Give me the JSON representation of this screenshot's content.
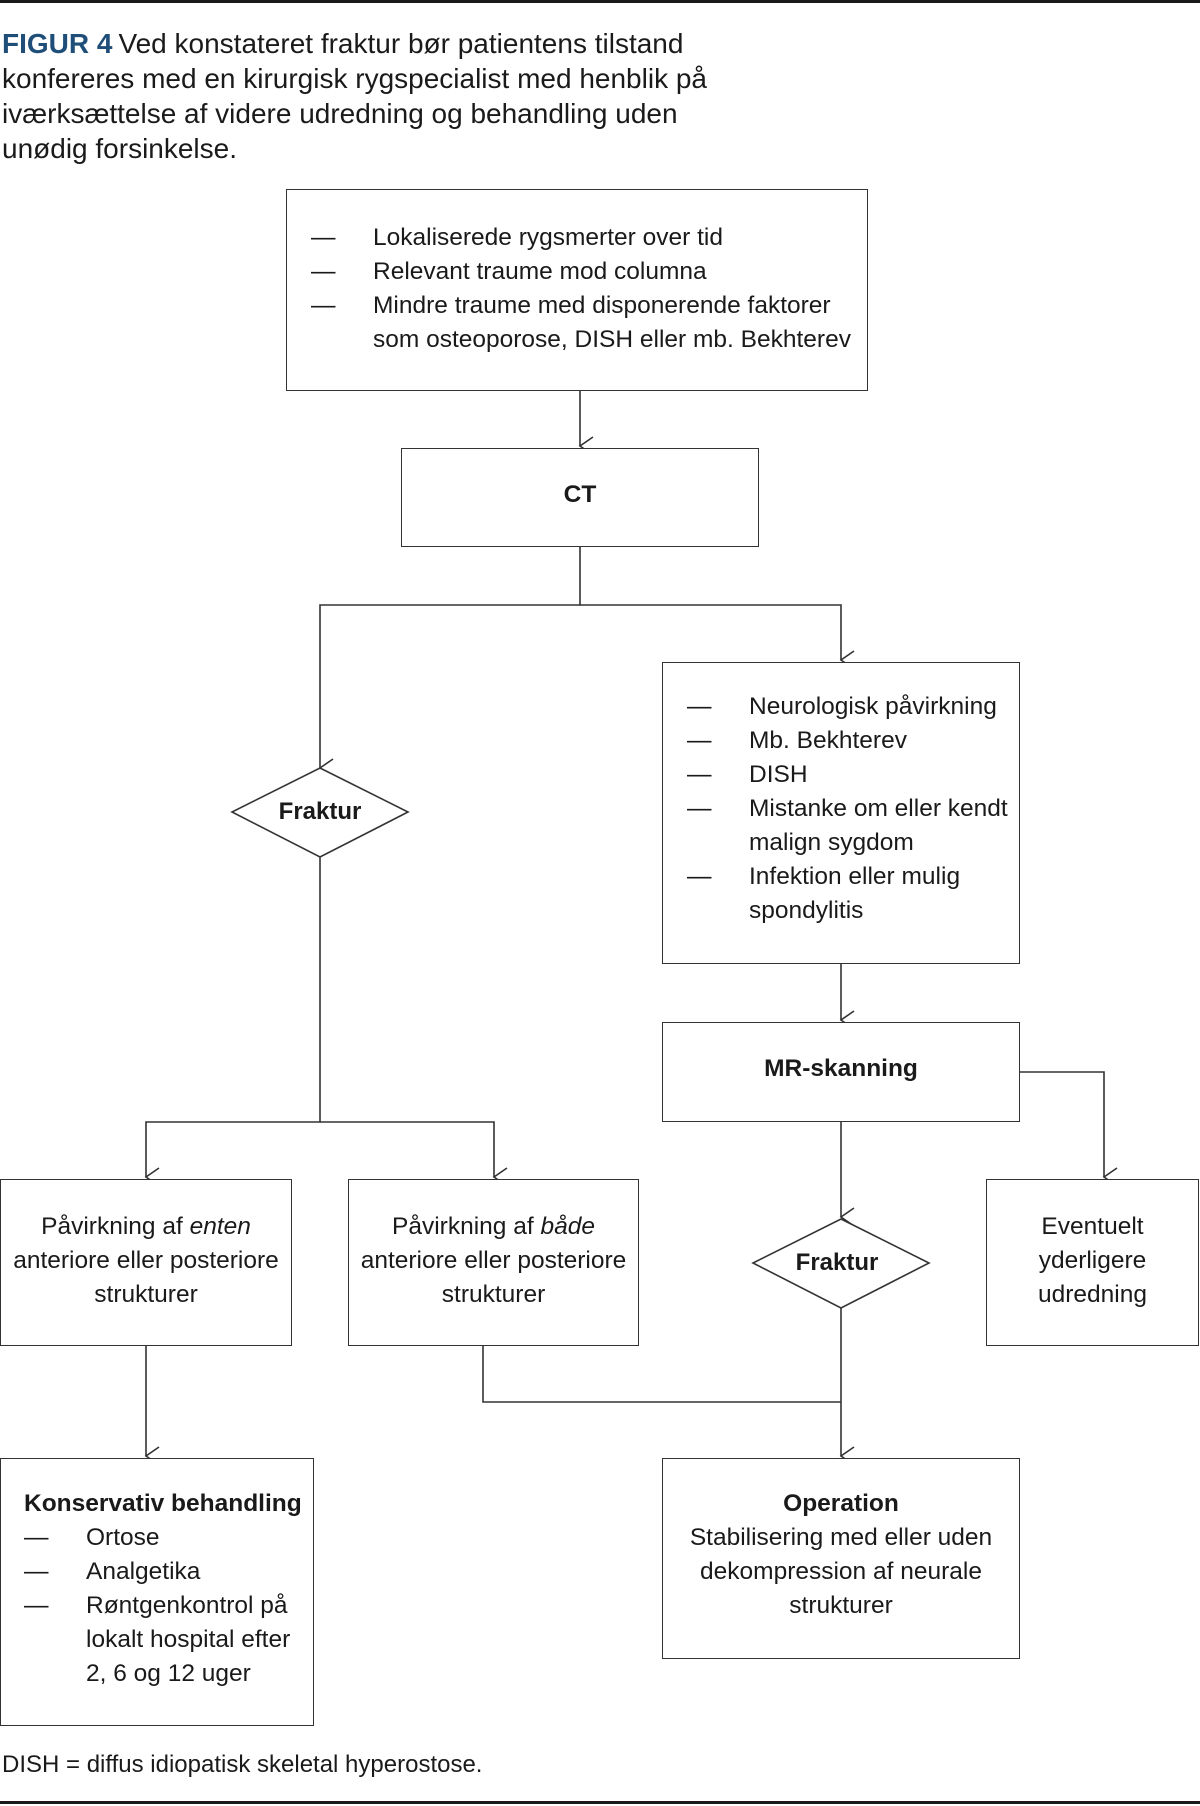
{
  "caption": {
    "label": "FIGUR 4",
    "text": "Ved konstateret fraktur bør patientens tilstand konfereres med en kirurgisk rygspecialist med henblik på iværksættelse af videre udredning og behandling uden unødig forsinkelse."
  },
  "diagram": {
    "bullet": "—",
    "indications": {
      "items": [
        "Lokaliserede rygsmerter over tid",
        "Relevant traume mod columna",
        "Mindre traume med disponerende faktorer som osteoporose, DISH eller mb. Bekhterev"
      ]
    },
    "ct": {
      "label": "CT"
    },
    "fracture_left": {
      "label": "Fraktur"
    },
    "risk_factors": {
      "items": [
        "Neurologisk påvirkning",
        "Mb. Bekhterev",
        "DISH",
        "Mistanke om eller kendt malign sygdom",
        "Infektion eller mulig spondylitis"
      ]
    },
    "mr": {
      "label": "MR-skanning"
    },
    "either": {
      "pre": "Påvirkning af ",
      "em": "enten",
      "post": "anteriore eller posteriore strukturer"
    },
    "both": {
      "pre": "Påvirkning af ",
      "em": "både",
      "post": "anteriore eller posteriore strukturer"
    },
    "fracture_right": {
      "label": "Fraktur"
    },
    "further": {
      "text": "Eventuelt yderligere udredning"
    },
    "conservative": {
      "title": "Konservativ behandling",
      "items": [
        "Ortose",
        "Analgetika",
        "Røntgenkontrol på lokalt hospital efter 2, 6 og 12 uger"
      ]
    },
    "operation": {
      "title": "Operation",
      "text": "Stabilisering med eller uden dekompression af neurale strukturer"
    }
  },
  "footnote": "DISH = diffus idiopatisk skeletal hyperostose.",
  "colors": {
    "accent": "#1f4e79",
    "line": "#333333"
  }
}
